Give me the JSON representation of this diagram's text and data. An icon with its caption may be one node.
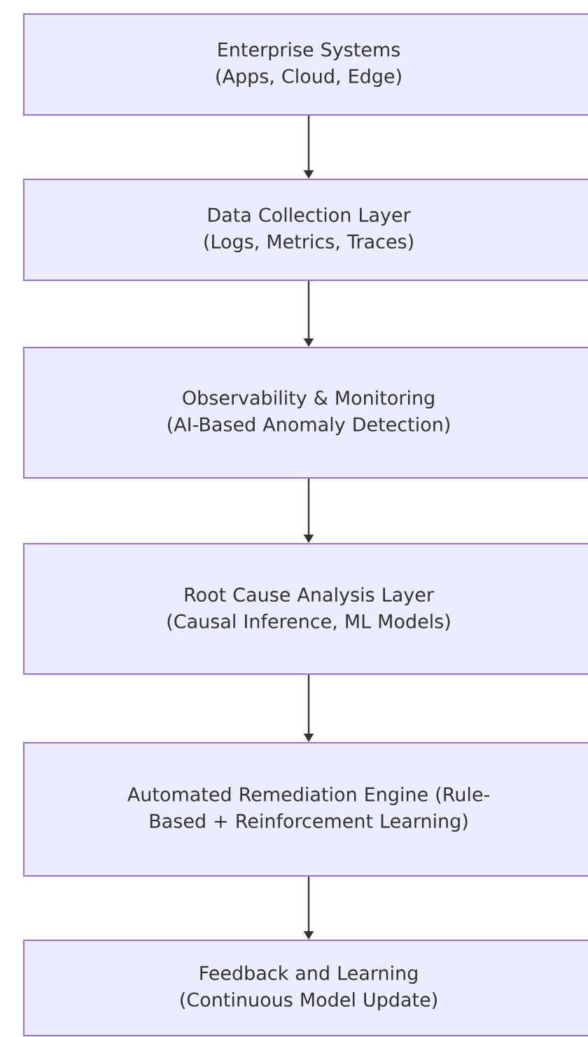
{
  "diagram": {
    "nodes": [
      {
        "text": [
          "Enterprise Systems (Apps, Cloud, Edge)"
        ]
      },
      {
        "text": [
          "Data Collection Layer (Logs, Metrics, Traces)"
        ]
      },
      {
        "text": [
          "Observability & Monitoring (AI-Based Anomaly Detection)"
        ]
      },
      {
        "text": [
          "Root Cause Analysis Layer (Causal Inference, ML Models)"
        ]
      },
      {
        "text": [
          "Automated Remediation Engine (Rule-Based + Reinforcement Learning)"
        ]
      },
      {
        "text": [
          "Feedback and Learning (Continuous Model Update)"
        ]
      }
    ],
    "edges": [
      {
        "from": 0,
        "to": 1,
        "arrow": "to"
      },
      {
        "from": 1,
        "to": 2,
        "arrow": "to"
      },
      {
        "from": 2,
        "to": 3,
        "arrow": "to"
      },
      {
        "from": 3,
        "to": 4,
        "arrow": "to"
      },
      {
        "from": 4,
        "to": 5,
        "arrow": "to"
      }
    ]
  }
}
